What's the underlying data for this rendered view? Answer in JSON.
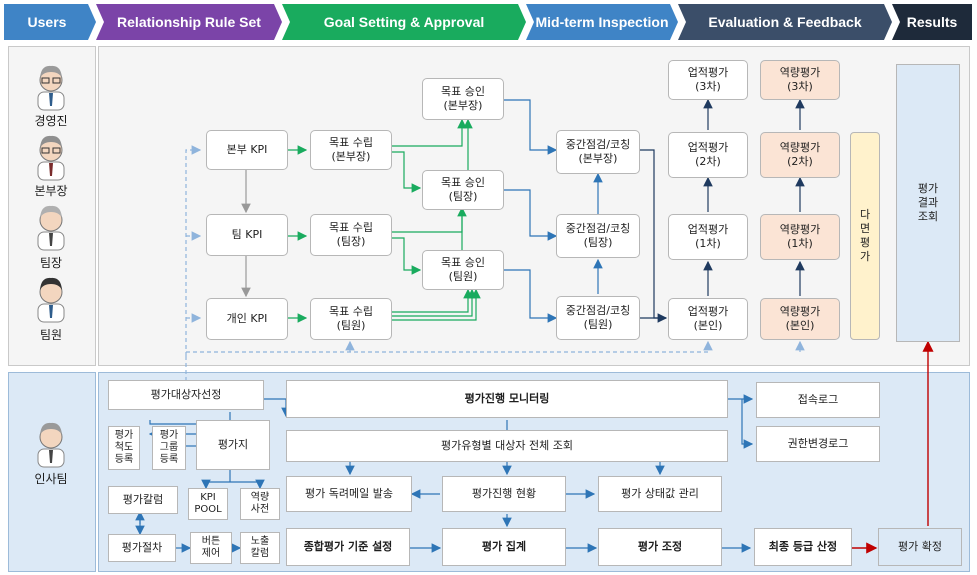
{
  "header": {
    "steps": [
      {
        "label": "Users",
        "color": "#3f84c6"
      },
      {
        "label": "Relationship Rule Set",
        "color": "#7b44a8"
      },
      {
        "label": "Goal Setting & Approval",
        "color": "#19ab5e"
      },
      {
        "label": "Mid-term Inspection",
        "color": "#3f84c6"
      },
      {
        "label": "Evaluation & Feedback",
        "color": "#3b4e69"
      },
      {
        "label": "Results",
        "color": "#1e2a3a"
      }
    ]
  },
  "roles": {
    "executive": "경영진",
    "division_head": "본부장",
    "team_leader": "팀장",
    "team_member": "팀원",
    "hr_team": "인사팀"
  },
  "kpi": {
    "division": "본부 KPI",
    "team": "팀 KPI",
    "individual": "개인 KPI"
  },
  "goal_setting": {
    "division": "목표 수립\n(본부장)",
    "team": "목표 수립\n(팀장)",
    "member": "목표 수립\n(팀원)"
  },
  "approval": {
    "division": "목표 승인\n(본부장)",
    "team": "목표 승인\n(팀장)",
    "member": "목표 승인\n(팀원)"
  },
  "midterm": {
    "division": "중간점검/코칭\n(본부장)",
    "team": "중간점검/코칭\n(팀장)",
    "member": "중간점검/코칭\n(팀원)"
  },
  "performance_eval": {
    "third": "업적평가\n(3차)",
    "second": "업적평가\n(2차)",
    "first": "업적평가\n(1차)",
    "self": "업적평가\n(본인)"
  },
  "competency_eval": {
    "third": "역량평가\n(3차)",
    "second": "역량평가\n(2차)",
    "first": "역량평가\n(1차)",
    "self": "역량평가\n(본인)"
  },
  "multi_rater": "다\n면\n평\n가",
  "results_view": "평가\n결과\n조회",
  "hr": {
    "target_selection": "평가대상자선정",
    "scale_register": "평가\n척도\n등록",
    "group_register": "평가\n그룹\n등록",
    "evaluation_sheet": "평가지",
    "eval_column": "평가칼럼",
    "kpi_pool": "KPI\nPOOL",
    "competency_dict": "역량\n사전",
    "eval_procedure": "평가절차",
    "button_control": "버튼\n제어",
    "display_column": "노출\n칼럼",
    "monitoring": "평가진행 모니터링",
    "full_lookup": "평가유형별 대상자 전체 조회",
    "reminder_mail": "평가 독려메일 발송",
    "progress_status": "평가진행 현황",
    "status_manage": "평가 상태값 관리",
    "access_log": "접속로그",
    "permission_log": "권한변경로그",
    "criteria_setting": "종합평가 기준 설정",
    "aggregation": "평가 집계",
    "adjustment": "평가 조정",
    "final_grade": "최종 등급 산정",
    "confirmation": "평가 확정"
  }
}
